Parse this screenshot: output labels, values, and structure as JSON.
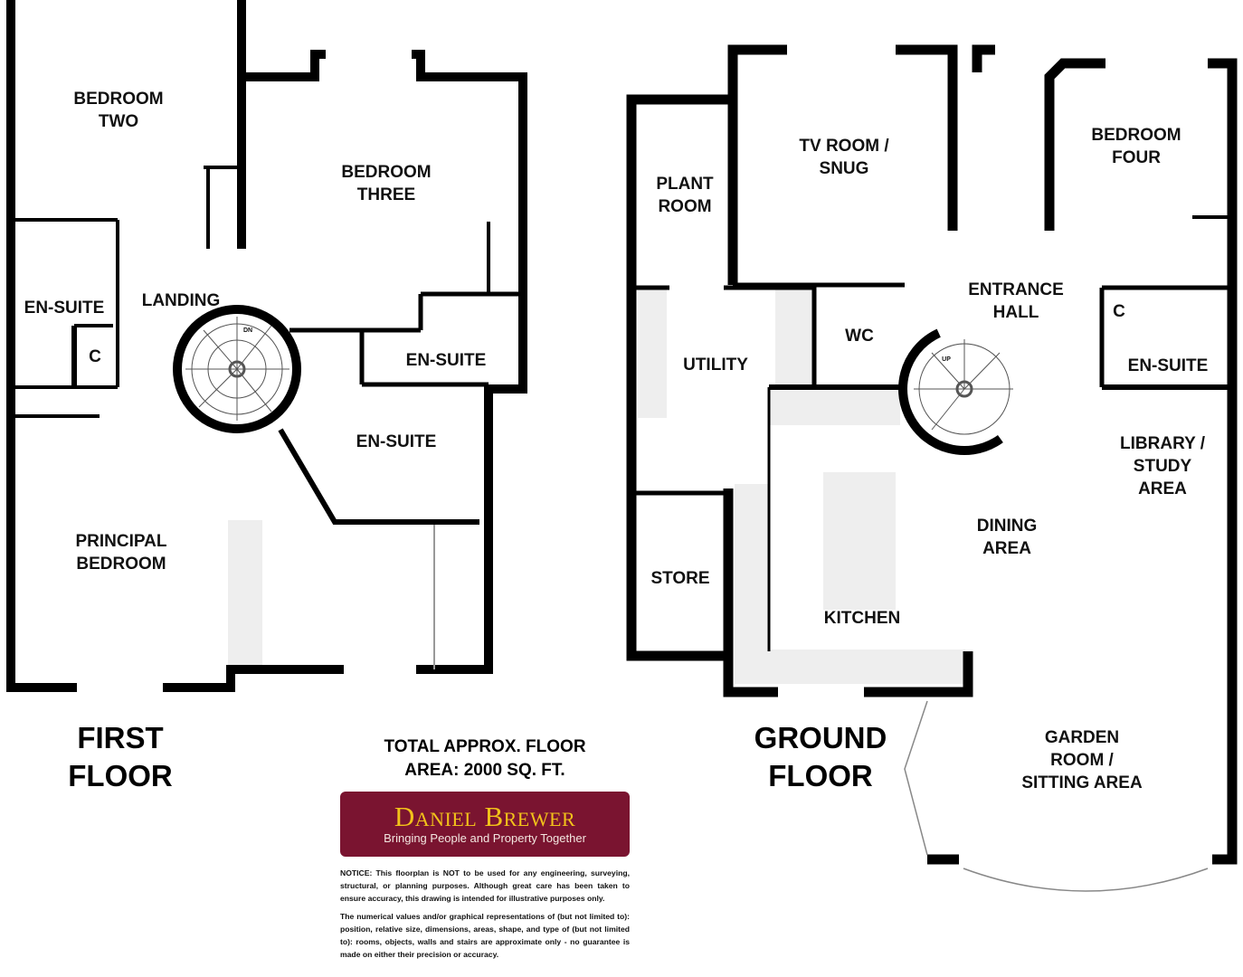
{
  "first_floor": {
    "title_line1": "FIRST",
    "title_line2": "FLOOR",
    "rooms": {
      "bedroom_two": [
        "BEDROOM",
        "TWO"
      ],
      "bedroom_three": [
        "BEDROOM",
        "THREE"
      ],
      "landing": "LANDING",
      "en_suite_left": "EN-SUITE",
      "cupboard": "C",
      "en_suite_right": "EN-SUITE",
      "en_suite_center": "EN-SUITE",
      "principal_bedroom": [
        "PRINCIPAL",
        "BEDROOM"
      ],
      "stair_label": "DN"
    }
  },
  "ground_floor": {
    "title_line1": "GROUND",
    "title_line2": "FLOOR",
    "rooms": {
      "plant_room": [
        "PLANT",
        "ROOM"
      ],
      "tv_room": [
        "TV ROOM /",
        "SNUG"
      ],
      "entrance_hall": [
        "ENTRANCE",
        "HALL"
      ],
      "bedroom_four": [
        "BEDROOM",
        "FOUR"
      ],
      "utility": "UTILITY",
      "wc": "WC",
      "cupboard": "C",
      "en_suite": "EN-SUITE",
      "library": [
        "LIBRARY /",
        "STUDY",
        "AREA"
      ],
      "dining": [
        "DINING",
        "AREA"
      ],
      "store": "STORE",
      "kitchen": "KITCHEN",
      "garden_room": [
        "GARDEN",
        "ROOM /",
        "SITTING AREA"
      ],
      "stair_label": "UP"
    }
  },
  "total_area": [
    "TOTAL APPROX. FLOOR",
    "AREA: 2000 SQ. FT."
  ],
  "logo": {
    "name": "Daniel Brewer",
    "tagline": "Bringing People and Property Together",
    "bg_color": "#7a1430",
    "text_color": "#f2c21a"
  },
  "notice": [
    "NOTICE: This floorplan is NOT to be used for any engineering, surveying, structural, or planning purposes. Although great care has been taken to ensure accuracy, this drawing is intended for illustrative purposes only.",
    "The numerical values and/or graphical representations of (but not limited to): position, relative size, dimensions, areas, shape, and type of (but not limited to): rooms, objects, walls and stairs are approximate only - no guarantee is made on either their precision or accuracy."
  ]
}
